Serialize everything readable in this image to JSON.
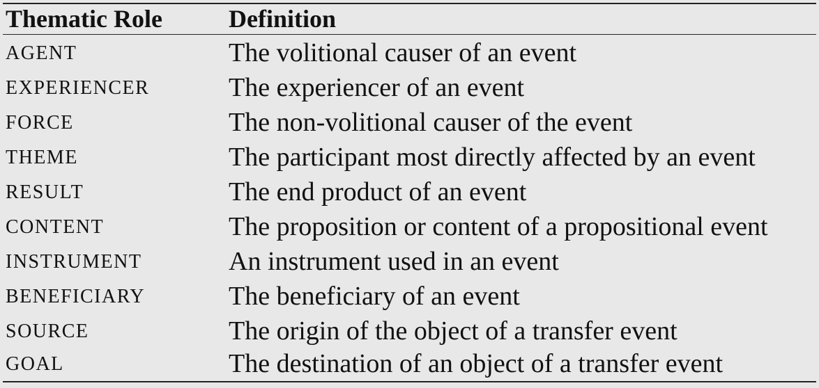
{
  "table": {
    "headers": {
      "role": "Thematic Role",
      "definition": "Definition"
    },
    "rows": [
      {
        "role": "AGENT",
        "definition": "The volitional causer of an event"
      },
      {
        "role": "EXPERIENCER",
        "definition": "The experiencer of an event"
      },
      {
        "role": "FORCE",
        "definition": "The non-volitional causer of the event"
      },
      {
        "role": "THEME",
        "definition": "The participant most directly affected by an event"
      },
      {
        "role": "RESULT",
        "definition": "The end product of an event"
      },
      {
        "role": "CONTENT",
        "definition": "The proposition or content of a propositional event"
      },
      {
        "role": "INSTRUMENT",
        "definition": "An instrument used in an event"
      },
      {
        "role": "BENEFICIARY",
        "definition": "The beneficiary of an event"
      },
      {
        "role": "SOURCE",
        "definition": "The origin of the object of a transfer event"
      },
      {
        "role": "GOAL",
        "definition": "The destination of an object of a transfer event"
      }
    ]
  }
}
